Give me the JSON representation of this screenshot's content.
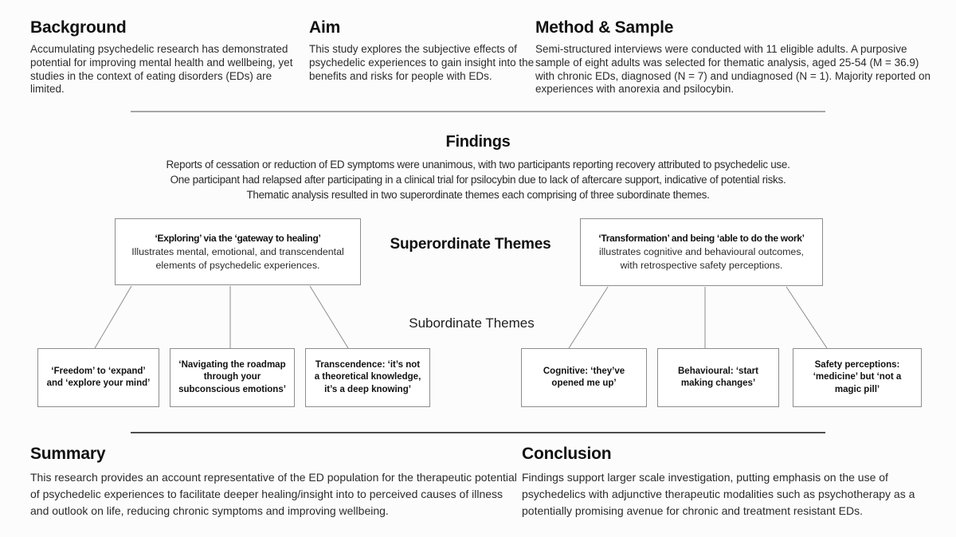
{
  "sections": {
    "background": {
      "title": "Background",
      "body": "Accumulating psychedelic research has demonstrated potential for improving mental health and wellbeing, yet studies in the context of eating disorders (EDs) are limited."
    },
    "aim": {
      "title": "Aim",
      "body": "This study explores the subjective effects of psychedelic experiences to gain insight into the benefits and risks for people with EDs."
    },
    "method": {
      "title": "Method & Sample",
      "body": "Semi-structured interviews were conducted with 11 eligible adults. A purposive sample of eight adults was selected for thematic analysis, aged 25-54 (M = 36.9) with chronic EDs, diagnosed (N = 7) and undiagnosed (N = 1). Majority reported on experiences with anorexia and psilocybin."
    },
    "findings": {
      "title": "Findings",
      "lines": [
        "Reports of cessation or reduction of ED symptoms were unanimous, with two participants reporting recovery attributed to psychedelic use.",
        "One participant had relapsed after participating in a clinical trial for psilocybin due to lack of aftercare support, indicative of potential risks.",
        "Thematic analysis resulted in two superordinate themes each comprising of three subordinate themes."
      ]
    },
    "summary": {
      "title": "Summary",
      "body": "This research provides an account representative of the ED population for the therapeutic potential of psychedelic experiences to facilitate deeper healing/insight into to perceived causes of illness and outlook on life, reducing chronic symptoms and improving wellbeing."
    },
    "conclusion": {
      "title": "Conclusion",
      "body": "Findings support larger scale investigation, putting emphasis on the use of psychedelics with adjunctive therapeutic modalities such as psychotherapy as a potentially promising avenue for chronic and treatment resistant EDs."
    }
  },
  "diagram": {
    "superordinate_label": "Superordinate Themes",
    "subordinate_label": "Subordinate Themes",
    "superordinate_themes": [
      {
        "title": "‘Exploring’ via the ‘gateway to healing’",
        "description": "Illustrates mental, emotional, and transcendental elements of psychedelic experiences."
      },
      {
        "title": "‘Transformation’ and being ‘able to do the work’",
        "description": "illustrates cognitive and behavioural outcomes, with retrospective safety perceptions."
      }
    ],
    "subordinate_themes": [
      "‘Freedom’ to ‘expand’ and ‘explore your mind’",
      "‘Navigating the roadmap through your subconscious emotions’",
      "Transcendence: ‘it’s not a theoretical knowledge, it’s a deep knowing’",
      "Cognitive: ‘they’ve opened me up’",
      "Behavioural: ‘start making changes’",
      "Safety perceptions: ‘medicine’ but ‘not a magic pill’"
    ]
  },
  "colors": {
    "background": "#fcfcfc",
    "text_heading": "#111111",
    "text_body": "#2b2b2b",
    "divider_top": "#a6a6a6",
    "divider_bottom": "#4d4d4d",
    "box_border": "#8d8d8d",
    "connector": "#8d8d8d",
    "box_background": "#ffffff"
  }
}
